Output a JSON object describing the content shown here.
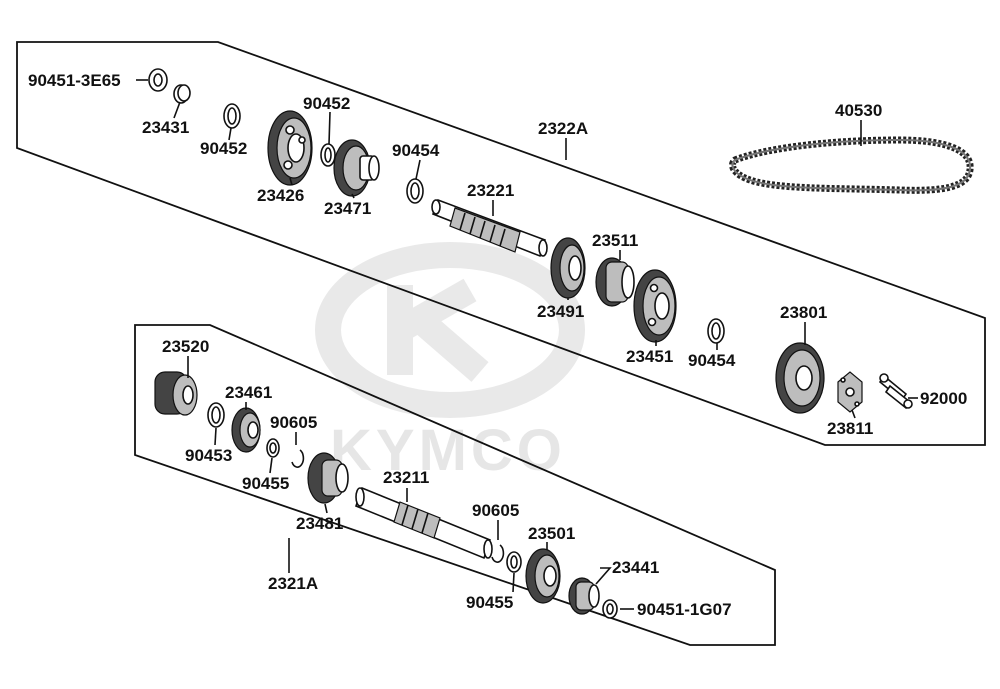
{
  "watermark": {
    "brand": "KYMCO"
  },
  "assemblies": {
    "upper": "2322A",
    "lower": "2321A"
  },
  "labels": {
    "p90451_3e65": "90451-3E65",
    "p23431": "23431",
    "p90452_a": "90452",
    "p90452_b": "90452",
    "p23426": "23426",
    "p23471": "23471",
    "p90454_a": "90454",
    "p23221": "23221",
    "p40530": "40530",
    "p23511": "23511",
    "p23491": "23491",
    "p23451": "23451",
    "p90454_b": "90454",
    "p23801": "23801",
    "p92000": "92000",
    "p23811": "23811",
    "p23520": "23520",
    "p23461": "23461",
    "p90605_a": "90605",
    "p90453": "90453",
    "p90455_a": "90455",
    "p23211": "23211",
    "p23481": "23481",
    "p90605_b": "90605",
    "p23501": "23501",
    "p23441": "23441",
    "p90455_b": "90455",
    "p90451_1g07": "90451-1G07"
  }
}
